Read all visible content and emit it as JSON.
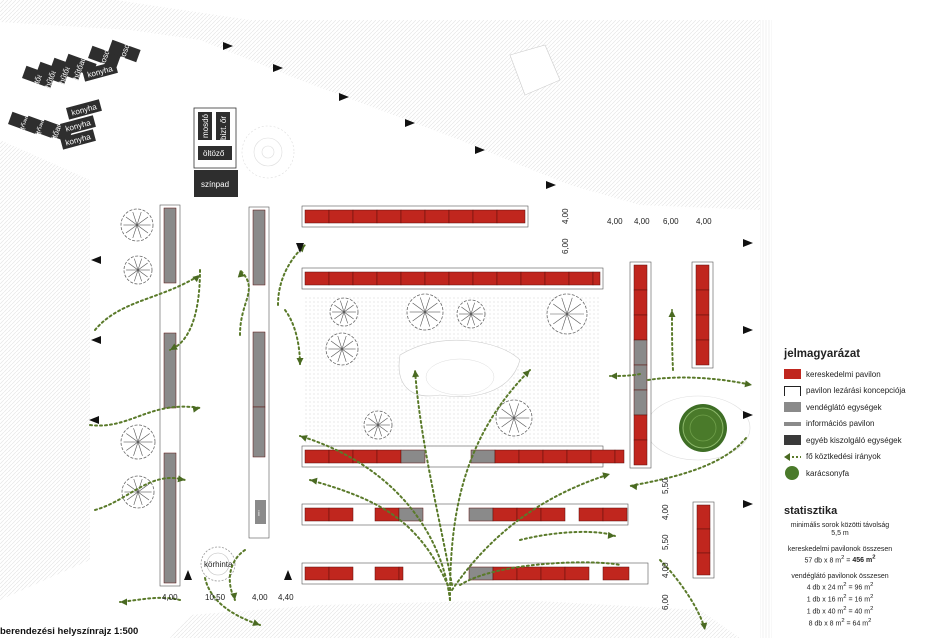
{
  "caption": "berendezési helyszínrajz 1:500",
  "plan_labels": {
    "hutoauto": "hűtőautó",
    "konyha": "konyha",
    "mosdo": "mosdó",
    "bizt_or": "bizt. őr",
    "oltozo": "öltöző",
    "szinpad": "színpad",
    "korhinta": "körhinta",
    "info": "i"
  },
  "dimensions": {
    "top": [
      "4,00",
      "4,00",
      "6,00",
      "4,00"
    ],
    "v_top": [
      "4,00",
      "6,00"
    ],
    "v_right": [
      "5,50",
      "4,00",
      "5,50",
      "4,00",
      "6,00"
    ],
    "bottom": [
      "4,00",
      "10,50",
      "4,00",
      "4,40"
    ]
  },
  "legend": {
    "title": "jelmagyarázat",
    "items": [
      {
        "label": "kereskedelmi pavilon",
        "swatch": "#c0261e",
        "kind": "fill"
      },
      {
        "label": "pavilon lezárási koncepciója",
        "swatch": "#ffffff",
        "kind": "outline"
      },
      {
        "label": "vendéglátó egységek",
        "swatch": "#8a8a8a",
        "kind": "fill"
      },
      {
        "label": "információs pavilon",
        "swatch": "#8a8a8a",
        "kind": "info"
      },
      {
        "label": "egyéb kiszolgáló egységek",
        "swatch": "#3a3a3a",
        "kind": "fill"
      },
      {
        "label": "fő köztkedési irányok",
        "swatch": "#5a7a2a",
        "kind": "arrow"
      },
      {
        "label": "karácsonyfa",
        "swatch": "#4a7a2a",
        "kind": "circle"
      }
    ]
  },
  "stats": {
    "title": "statisztika",
    "min_dist_label": "minimális sorok közötti távolság",
    "min_dist_value": "5,5 m",
    "retail_label": "kereskedelmi pavilonok összesen",
    "retail_calc": "57 db x 8 m",
    "retail_total": "456 m",
    "food_label": "vendéglátó pavilonok összesen",
    "food_lines": [
      "4 db x 24 m",
      "1 db x 16 m",
      "1 db x 40 m",
      "8 db x 8 m"
    ],
    "food_results": [
      "96 m",
      "16 m",
      "40 m",
      "64 m"
    ]
  },
  "colors": {
    "red": "#c0261e",
    "gray": "#8a8a8a",
    "dark": "#2e2e2e",
    "arrow": "#5a7a2a",
    "tree": "#4a7a2a"
  }
}
